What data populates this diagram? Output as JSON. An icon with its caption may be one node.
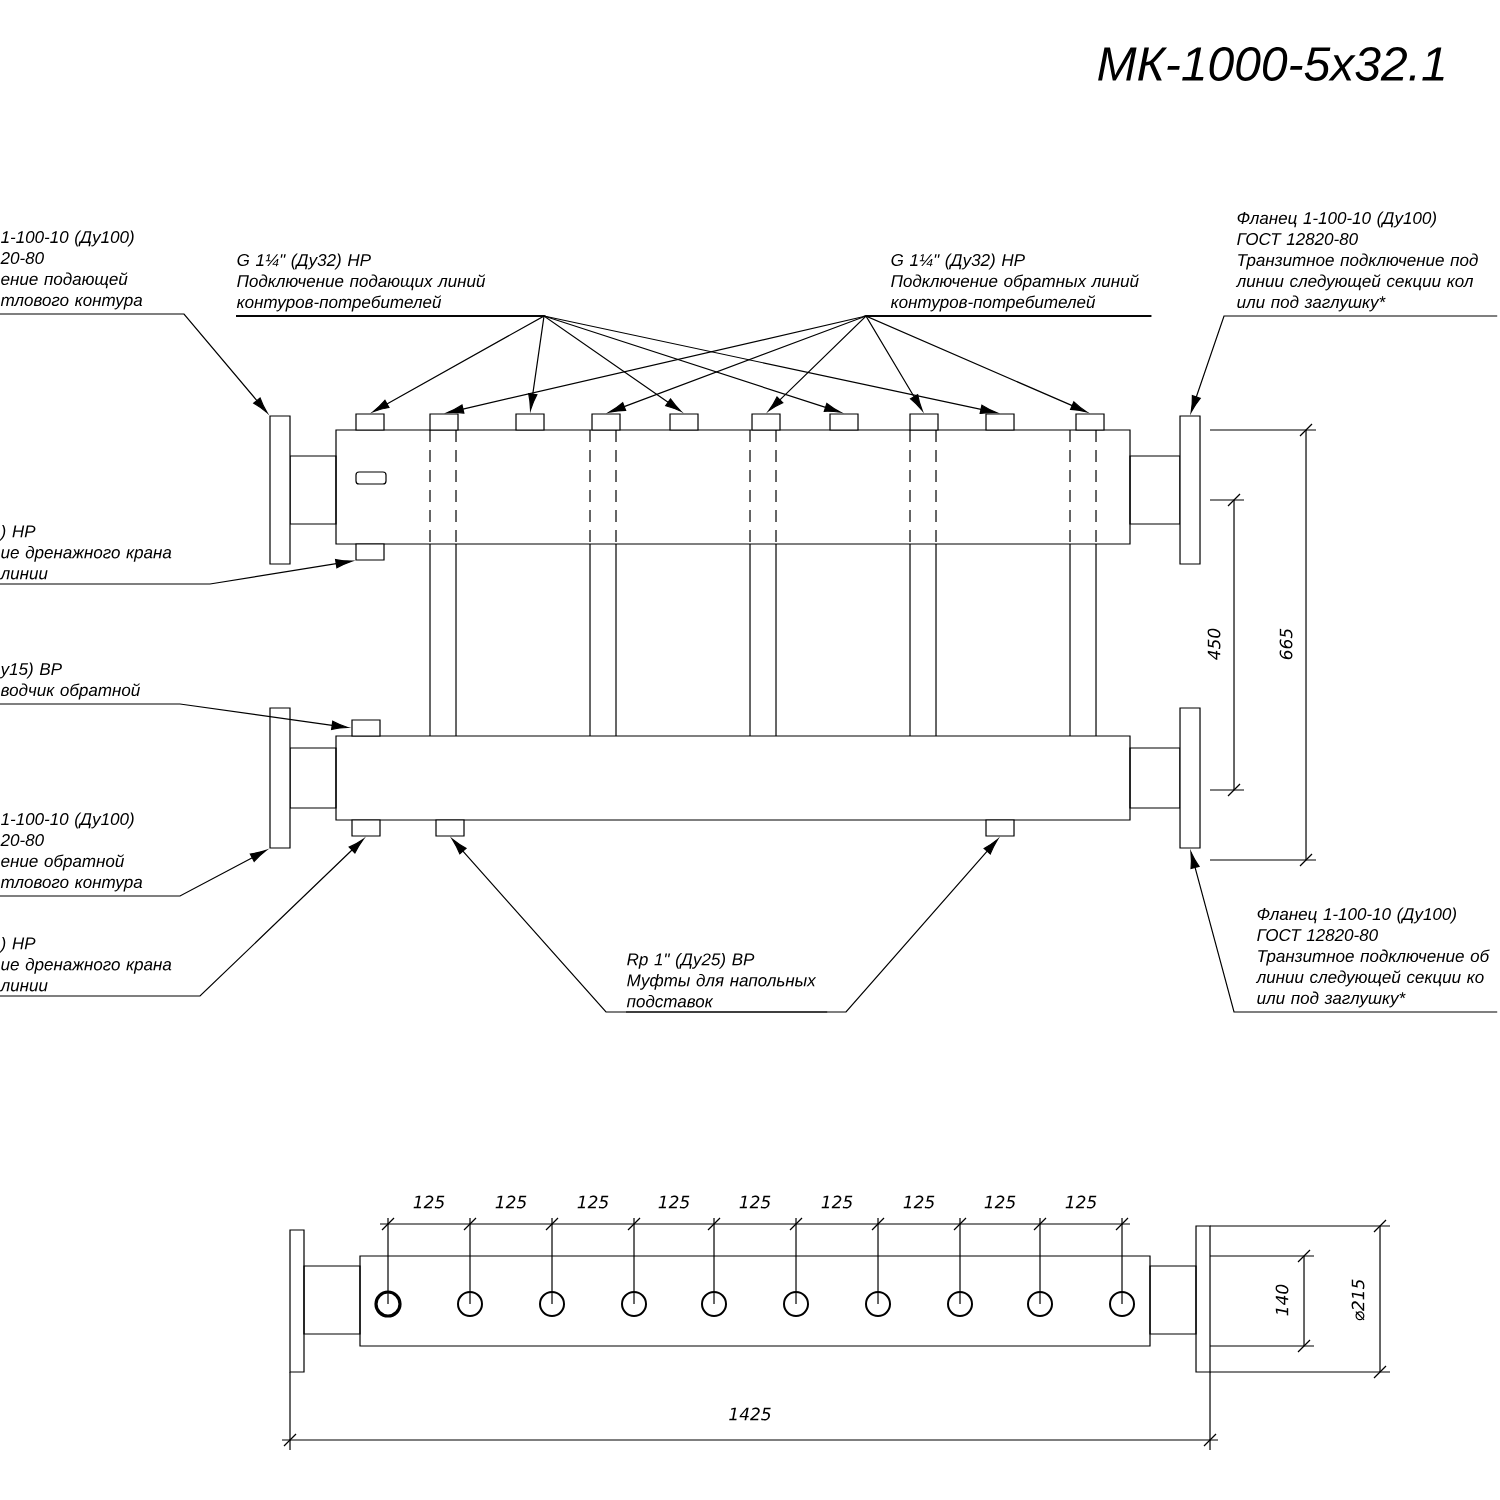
{
  "diagram": {
    "title": "МК-1000-5х32.1",
    "nodes": [
      {
        "text": [
          "1-100-10 (Ду100)",
          "20-80",
          "ение подающей тлового контура"
        ]
      },
      {
        "text": [
          "G 1¼\" (Ду32) НР",
          "Подключение подающих линий контуров-потребителей"
        ]
      },
      {
        "text": [
          "G 1¼\" (Ду32) НР",
          "Подключение обратных линий контуров-потребителей"
        ]
      },
      {
        "text": [
          "Фланец 1-100-10 (Ду100)",
          "ГОСТ 12820-80",
          "Транзитное подключение под линии следующей секции кол или под заглушку*"
        ]
      },
      {
        "text": [
          ") НР",
          "ие дренажного крана линии"
        ]
      },
      {
        "text": [
          "у15) ВР",
          "водчик обратной"
        ]
      },
      {
        "text": [
          "1-100-10 (Ду100)",
          "20-80",
          "ение обратной тлового контура"
        ]
      },
      {
        "text": [
          ") НР",
          "ие дренажного крана линии"
        ]
      },
      {
        "text": [
          "Rp 1\" (Ду25) ВР",
          "Муфты для напольных подставок"
        ]
      },
      {
        "text": [
          "Фланец 1-100-10 (Ду100)",
          "ГОСТ 12820-80",
          "Транзитное подключение об линии следующей секции ко или под заглушку*"
        ]
      },
      {
        "text": [],
        "shape": "box"
      },
      {
        "text": [],
        "shape": "box"
      },
      {
        "text": [],
        "shape": "box"
      },
      {
        "text": [],
        "shape": "box"
      },
      {
        "text": [],
        "shape": "box"
      },
      {
        "text": [],
        "shape": "box"
      },
      {
        "text": [],
        "shape": "box"
      },
      {
        "text": [],
        "shape": "box"
      },
      {
        "text": [],
        "shape": "box"
      },
      {
        "text": [],
        "shape": "box"
      },
      {
        "text": [],
        "shape": "box"
      },
      {
        "text": [],
        "shape": "box"
      },
      {
        "text": [],
        "shape": "box"
      },
      {
        "text": [],
        "shape": "box"
      },
      {
        "text": [],
        "shape": "box"
      },
      {
        "text": [],
        "shape": "box"
      },
      {
        "text": [],
        "shape": "box"
      },
      {
        "text": [],
        "shape": "box"
      },
      {
        "text": [],
        "shape": "box"
      }
    ],
    "edges": [
      {
        "from": 0,
        "to": 10,
        "arrow": "to"
      },
      {
        "from": 1,
        "to": 11,
        "arrow": "to"
      },
      {
        "from": 1,
        "to": 13,
        "arrow": "to"
      },
      {
        "from": 1,
        "to": 15,
        "arrow": "to"
      },
      {
        "from": 1,
        "to": 17,
        "arrow": "to"
      },
      {
        "from": 1,
        "to": 19,
        "arrow": "to"
      },
      {
        "from": 2,
        "to": 12,
        "arrow": "to"
      },
      {
        "from": 2,
        "to": 14,
        "arrow": "to"
      },
      {
        "from": 2,
        "to": 16,
        "arrow": "to"
      },
      {
        "from": 2,
        "to": 18,
        "arrow": "to"
      },
      {
        "from": 2,
        "to": 20,
        "arrow": "to"
      },
      {
        "from": 3,
        "to": 21,
        "arrow": "to"
      },
      {
        "from": 4,
        "to": 22,
        "arrow": "to"
      },
      {
        "from": 5,
        "to": 23,
        "arrow": "to"
      },
      {
        "from": 6,
        "to": 24,
        "arrow": "to"
      },
      {
        "from": 7,
        "to": 25,
        "arrow": "to"
      },
      {
        "from": 8,
        "to": 26,
        "arrow": "to"
      },
      {
        "from": 8,
        "to": 27,
        "arrow": "to"
      },
      {
        "from": 9,
        "to": 28,
        "arrow": "to"
      }
    ],
    "labels": [
      "450",
      "665",
      "125",
      "125",
      "125",
      "125",
      "125",
      "125",
      "125",
      "125",
      "125",
      "140",
      "⌀215",
      "1425"
    ]
  }
}
